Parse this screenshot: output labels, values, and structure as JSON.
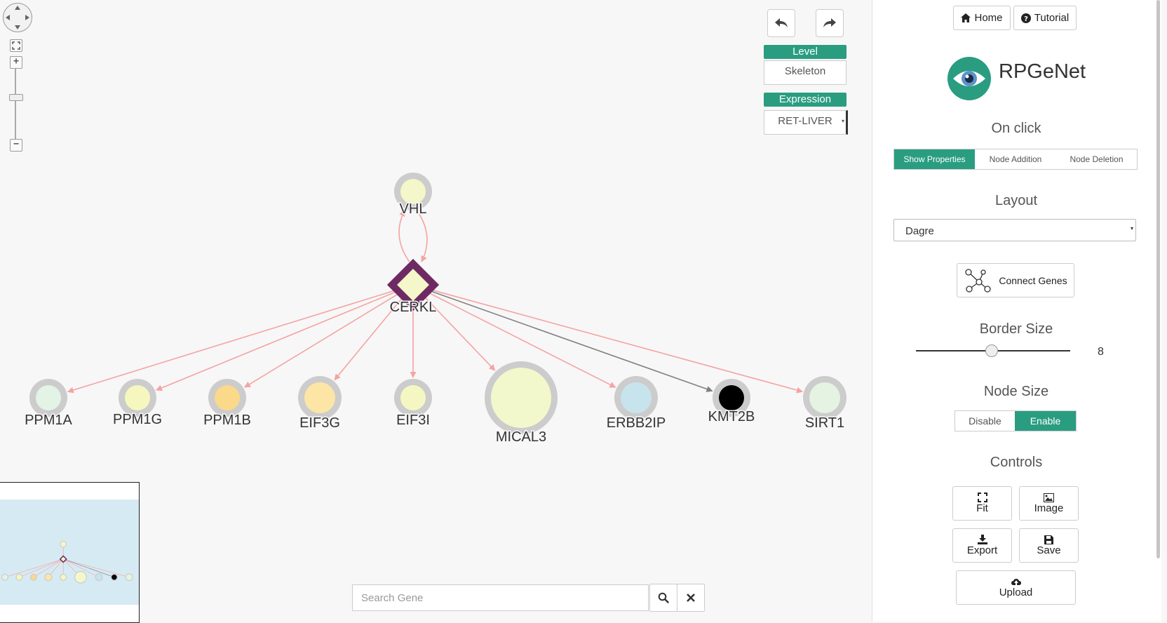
{
  "toolbar": {
    "level_label": "Level",
    "level_value": "Skeleton",
    "expression_label": "Expression",
    "expression_value": "RET-LIVER"
  },
  "graph": {
    "nodes": [
      {
        "id": "VHL",
        "label": "VHL",
        "shape": "circle",
        "fill": "#f3f7c9",
        "size": "small"
      },
      {
        "id": "CERKL",
        "label": "CERKL",
        "shape": "diamond",
        "fill": "#f3f7c9",
        "border": "#6e2a63",
        "size": "medium"
      },
      {
        "id": "PPM1A",
        "label": "PPM1A",
        "shape": "circle",
        "fill": "#e3f3e6",
        "size": "small"
      },
      {
        "id": "PPM1G",
        "label": "PPM1G",
        "shape": "circle",
        "fill": "#f5f7be",
        "size": "small"
      },
      {
        "id": "PPM1B",
        "label": "PPM1B",
        "shape": "circle",
        "fill": "#fbd98a",
        "size": "small"
      },
      {
        "id": "EIF3G",
        "label": "EIF3G",
        "shape": "circle",
        "fill": "#fde6a5",
        "size": "medium"
      },
      {
        "id": "EIF3I",
        "label": "EIF3I",
        "shape": "circle",
        "fill": "#f5f7c2",
        "size": "small"
      },
      {
        "id": "MICAL3",
        "label": "MICAL3",
        "shape": "circle",
        "fill": "#f3f7cc",
        "size": "large"
      },
      {
        "id": "ERBB2IP",
        "label": "ERBB2IP",
        "shape": "circle",
        "fill": "#c7e4ec",
        "size": "medium"
      },
      {
        "id": "KMT2B",
        "label": "KMT2B",
        "shape": "circle",
        "fill": "#000000",
        "size": "small"
      },
      {
        "id": "SIRT1",
        "label": "SIRT1",
        "shape": "circle",
        "fill": "#e5f3e2",
        "size": "medium"
      }
    ],
    "edges": [
      {
        "from": "VHL",
        "to": "CERKL",
        "color": "#f5a3a3"
      },
      {
        "from": "CERKL",
        "to": "VHL",
        "color": "#f5a3a3"
      },
      {
        "from": "CERKL",
        "to": "PPM1A",
        "color": "#f5a3a3"
      },
      {
        "from": "CERKL",
        "to": "PPM1G",
        "color": "#f5a3a3"
      },
      {
        "from": "CERKL",
        "to": "PPM1B",
        "color": "#f5a3a3"
      },
      {
        "from": "CERKL",
        "to": "EIF3G",
        "color": "#f5a3a3"
      },
      {
        "from": "CERKL",
        "to": "EIF3I",
        "color": "#f5a3a3"
      },
      {
        "from": "CERKL",
        "to": "MICAL3",
        "color": "#f5a3a3"
      },
      {
        "from": "CERKL",
        "to": "ERBB2IP",
        "color": "#f5a3a3"
      },
      {
        "from": "CERKL",
        "to": "KMT2B",
        "color": "#808080"
      },
      {
        "from": "CERKL",
        "to": "SIRT1",
        "color": "#f5a3a3"
      }
    ]
  },
  "search": {
    "placeholder": "Search Gene"
  },
  "panel": {
    "home_label": "Home",
    "tutorial_label": "Tutorial",
    "brand": "RPGeNet",
    "on_click_title": "On click",
    "on_click_options": [
      "Show Properties",
      "Node Addition",
      "Node Deletion"
    ],
    "on_click_active": "Show Properties",
    "layout_title": "Layout",
    "layout_value": "Dagre",
    "connect_genes_label": "Connect Genes",
    "border_size_title": "Border Size",
    "border_size_value": "8",
    "border_size_level": 0.45,
    "node_size_title": "Node Size",
    "node_size_options": [
      "Disable",
      "Enable"
    ],
    "node_size_active": "Enable",
    "controls_title": "Controls",
    "controls": {
      "fit": "Fit",
      "image": "Image",
      "export": "Export",
      "save": "Save",
      "upload": "Upload"
    }
  },
  "colors": {
    "accent": "#2a9d80",
    "diamond_border": "#6e2a63",
    "node_ring": "#cccccc"
  }
}
